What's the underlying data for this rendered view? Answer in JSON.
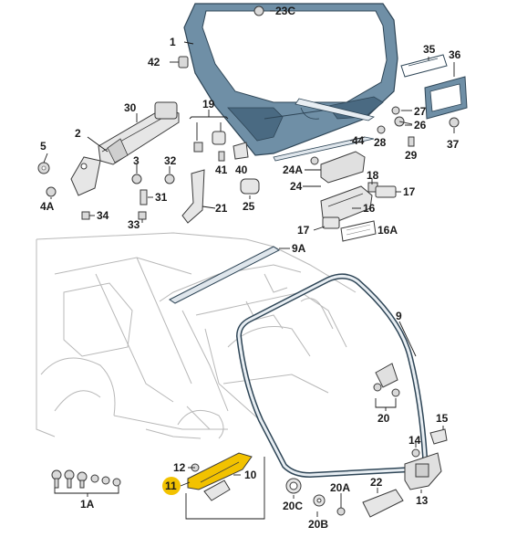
{
  "callouts": {
    "p1": "1",
    "p1a": "1A",
    "p2": "2",
    "p4a": "4A",
    "p5": "5",
    "p9": "9",
    "p9a": "9A",
    "p10": "10",
    "p11": "11",
    "p12": "12",
    "p13": "13",
    "p14": "14",
    "p15": "15",
    "p16": "16",
    "p16a": "16A",
    "p17a": "17",
    "p17b": "17",
    "p18": "18",
    "p19": "19",
    "p20": "20",
    "p20a": "20A",
    "p20b": "20B",
    "p20c": "20C",
    "p21": "21",
    "p22": "22",
    "p23c": "23C",
    "p24": "24",
    "p24a": "24A",
    "p25": "25",
    "p26": "26",
    "p27": "27",
    "p28": "28",
    "p29": "29",
    "p30": "30",
    "p31": "31",
    "p32": "32",
    "p33": "33",
    "p34": "34",
    "p35": "35",
    "p36": "36",
    "p37": "37",
    "p3": "3",
    "p40": "40",
    "p41": "41",
    "p42": "42",
    "p44": "44"
  },
  "highlight_color": "#f2c200",
  "part_colors": {
    "tailgate": "#6f8fa6",
    "tailgate_dark": "#4a6a82",
    "seal": "#e8eef3",
    "line": "#1a1a1a"
  }
}
